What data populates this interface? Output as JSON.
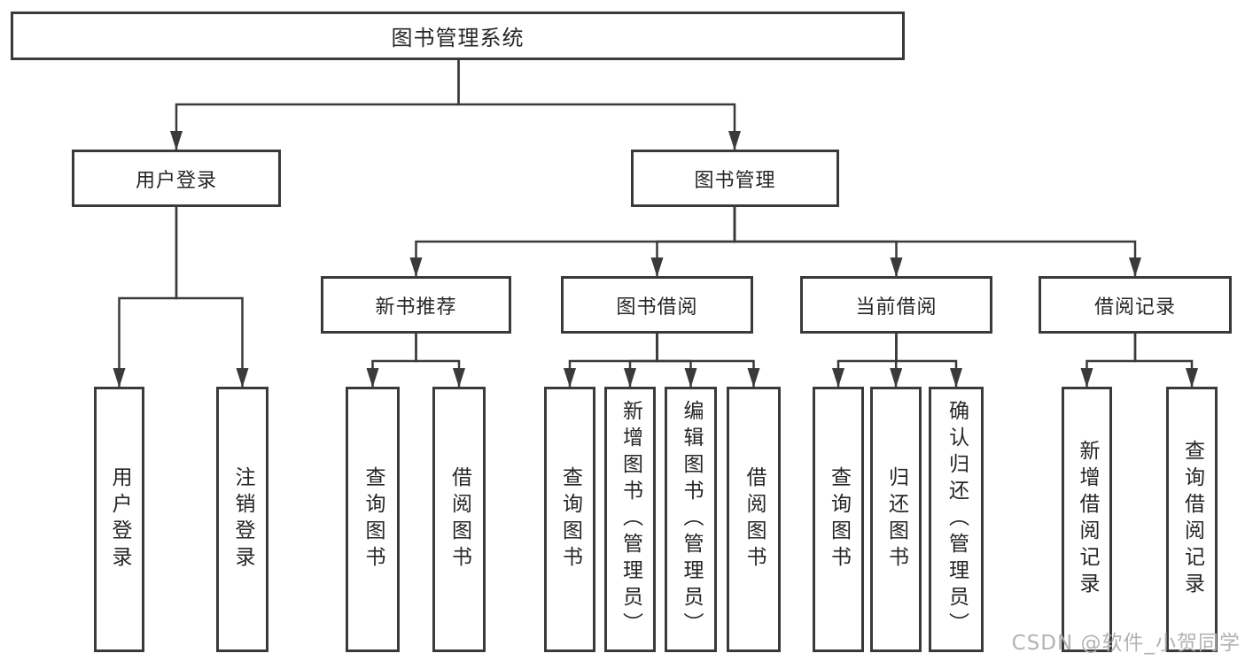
{
  "diagram": {
    "type": "hierarchy-flowchart",
    "tree": {
      "label": "图书管理系统",
      "children": [
        {
          "label": "用户登录",
          "children": [
            {
              "label": "用户登录"
            },
            {
              "label": "注销登录"
            }
          ]
        },
        {
          "label": "图书管理",
          "children": [
            {
              "label": "新书推荐",
              "children": [
                {
                  "label": "查询图书"
                },
                {
                  "label": "借阅图书"
                }
              ]
            },
            {
              "label": "图书借阅",
              "children": [
                {
                  "label": "查询图书"
                },
                {
                  "label": "新增图书（管理员）"
                },
                {
                  "label": "编辑图书（管理员）"
                },
                {
                  "label": "借阅图书"
                }
              ]
            },
            {
              "label": "当前借阅",
              "children": [
                {
                  "label": "查询图书"
                },
                {
                  "label": "归还图书"
                },
                {
                  "label": "确认归还（管理员）"
                }
              ]
            },
            {
              "label": "借阅记录",
              "children": [
                {
                  "label": "新增借阅记录"
                },
                {
                  "label": "查询借阅记录"
                }
              ]
            }
          ]
        }
      ]
    },
    "colors": {
      "line": "#3a3a3a",
      "box_border": "#3a3a3a",
      "box_fill": "#ffffff",
      "text": "#262626",
      "background": "#ffffff"
    }
  },
  "watermark": {
    "text": "CSDN @软件_小贺同学",
    "color": "#b3b3b3"
  }
}
